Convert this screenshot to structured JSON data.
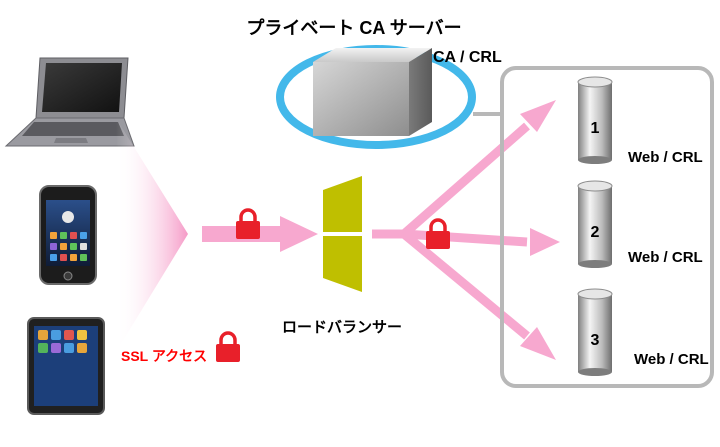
{
  "ca_server": {
    "title": "プライベート CA サーバー",
    "role": "CA / CRL"
  },
  "load_balancer": {
    "label": "ロードバランサー"
  },
  "ssl": {
    "legend": "SSL アクセス"
  },
  "servers": [
    {
      "number": "1",
      "role": "Web / CRL"
    },
    {
      "number": "2",
      "role": "Web / CRL"
    },
    {
      "number": "3",
      "role": "Web / CRL"
    }
  ],
  "clients": [
    "laptop-icon",
    "smartphone-icon",
    "tablet-icon"
  ],
  "colors": {
    "arrow_pink": "#f7a8cf",
    "lock_red": "#e8202a",
    "ring_blue": "#43b8ea",
    "load_balancer_olive": "#bfbf00",
    "ssl_text_red": "#ff0000",
    "server_group_border": "#b8b8b8"
  }
}
